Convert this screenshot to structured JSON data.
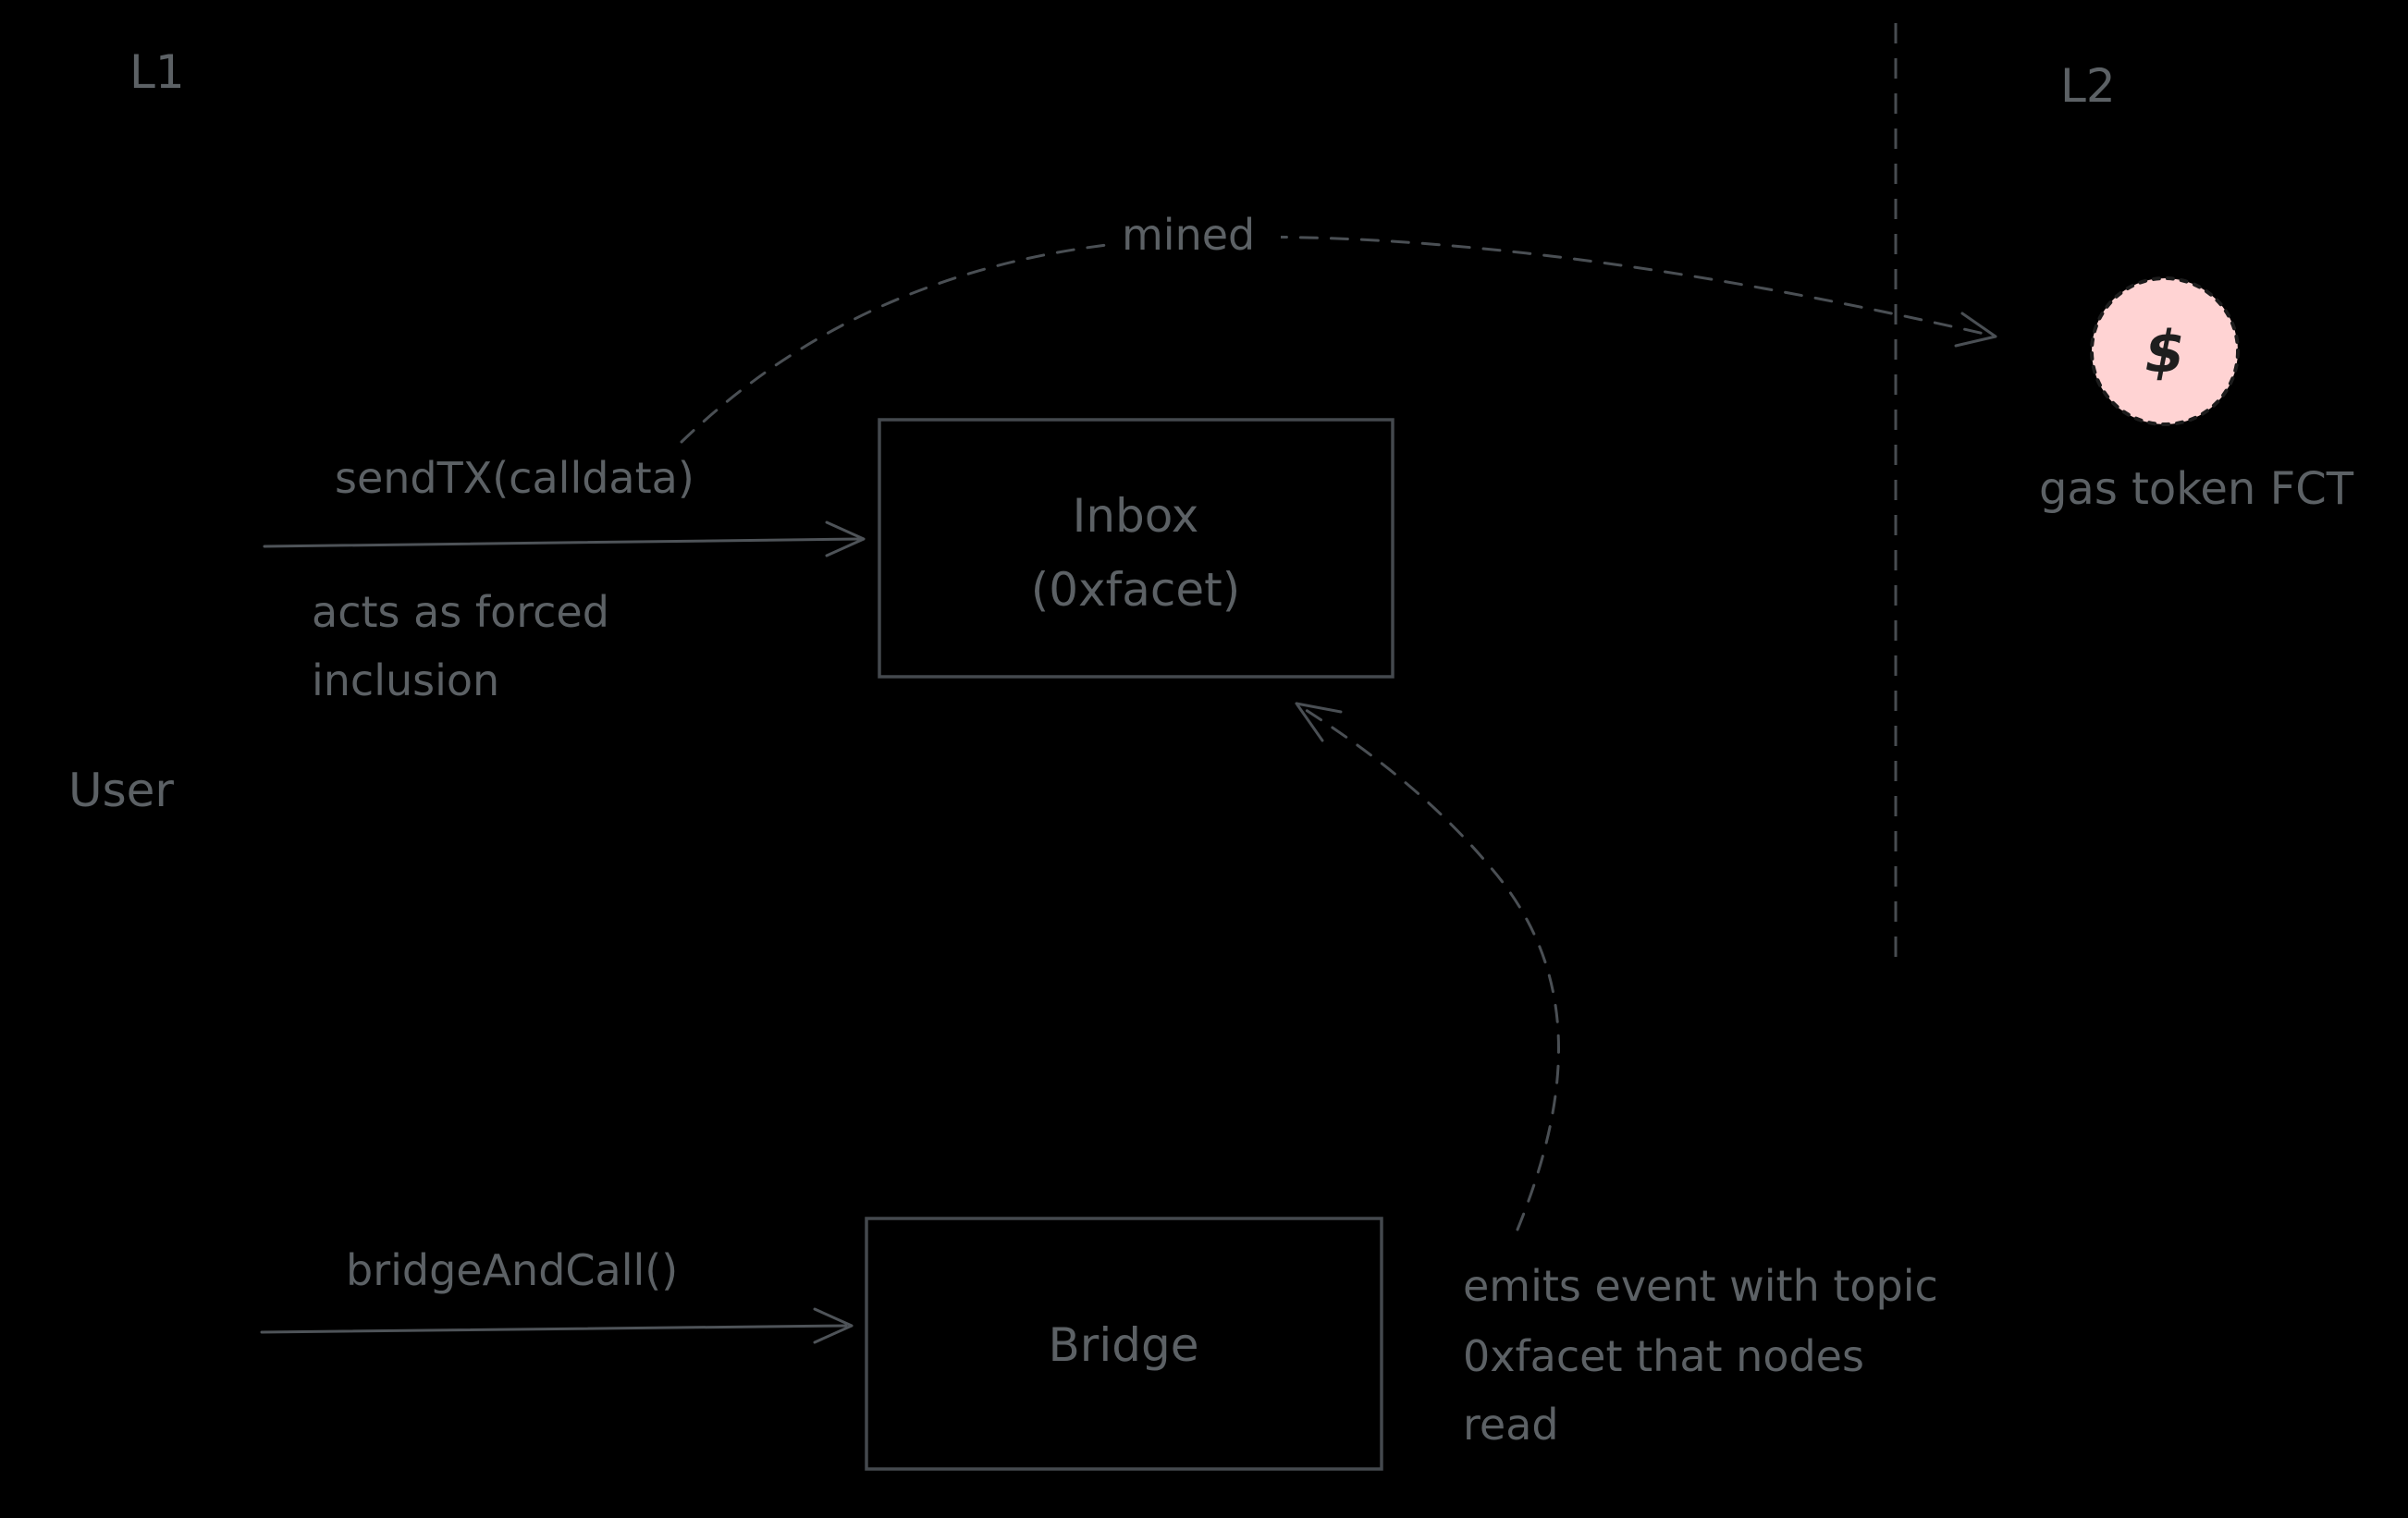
{
  "diagram": {
    "background": "#000000",
    "colors": {
      "text": "#5c6165",
      "box_border": "#44494e",
      "arrow": "#4e5358",
      "divider": "#474c51",
      "token_fill": "#ffd3d3",
      "token_border": "#1c1c1c",
      "token_symbol": "#1e1e1e"
    },
    "regions": {
      "left_label": "L1",
      "right_label": "L2"
    },
    "actor": {
      "label": "User"
    },
    "nodes": {
      "inbox": {
        "title": "Inbox",
        "subtitle": "(0xfacet)"
      },
      "bridge": {
        "title": "Bridge"
      },
      "gas_token": {
        "symbol": "$",
        "caption": "gas token FCT"
      }
    },
    "edges": {
      "send_tx": {
        "label": "sendTX(calldata)",
        "note_line1": "acts as forced",
        "note_line2": "inclusion"
      },
      "bridge_call": {
        "label": "bridgeAndCall()"
      },
      "mined": {
        "label": "mined"
      },
      "emits": {
        "note_line1": "emits event with topic",
        "note_line2": "0xfacet that nodes",
        "note_line3": "read"
      }
    }
  }
}
